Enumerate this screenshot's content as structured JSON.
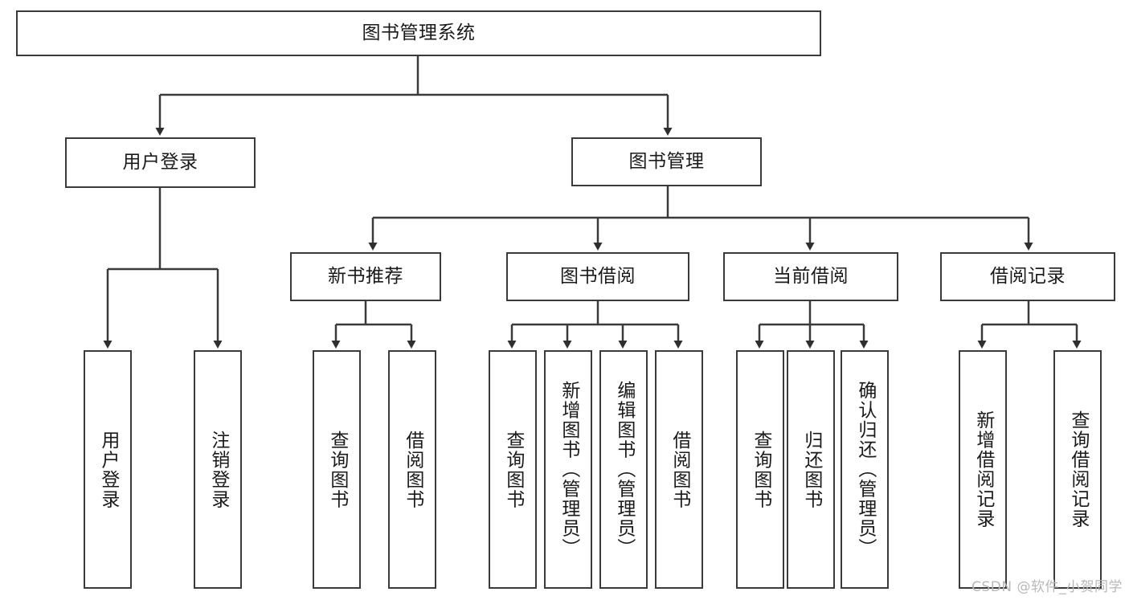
{
  "diagram": {
    "title": "图书管理系统",
    "root": {
      "label": "图书管理系统"
    },
    "level1": [
      {
        "label": "用户登录"
      },
      {
        "label": "图书管理"
      }
    ],
    "level2": [
      {
        "label": "新书推荐"
      },
      {
        "label": "图书借阅"
      },
      {
        "label": "当前借阅"
      },
      {
        "label": "借阅记录"
      }
    ],
    "leaves": {
      "user_login": [
        {
          "label": "用户登录"
        },
        {
          "label": "注销登录"
        }
      ],
      "new_book_recommend": [
        {
          "label": "查询图书"
        },
        {
          "label": "借阅图书"
        }
      ],
      "book_borrow": [
        {
          "label": "查询图书"
        },
        {
          "label": "新增图书（管理员）"
        },
        {
          "label": "编辑图书（管理员）"
        },
        {
          "label": "借阅图书"
        }
      ],
      "current_borrow": [
        {
          "label": "查询图书"
        },
        {
          "label": "归还图书"
        },
        {
          "label": "确认归还（管理员）"
        }
      ],
      "borrow_record": [
        {
          "label": "新增借阅记录"
        },
        {
          "label": "查询借阅记录"
        }
      ]
    },
    "watermark": "CSDN @软件_小贺同学",
    "colors": {
      "stroke": "#3a3a3a",
      "background": "#ffffff",
      "text": "#1a1a1a",
      "watermark": "#b8b8b8"
    }
  }
}
